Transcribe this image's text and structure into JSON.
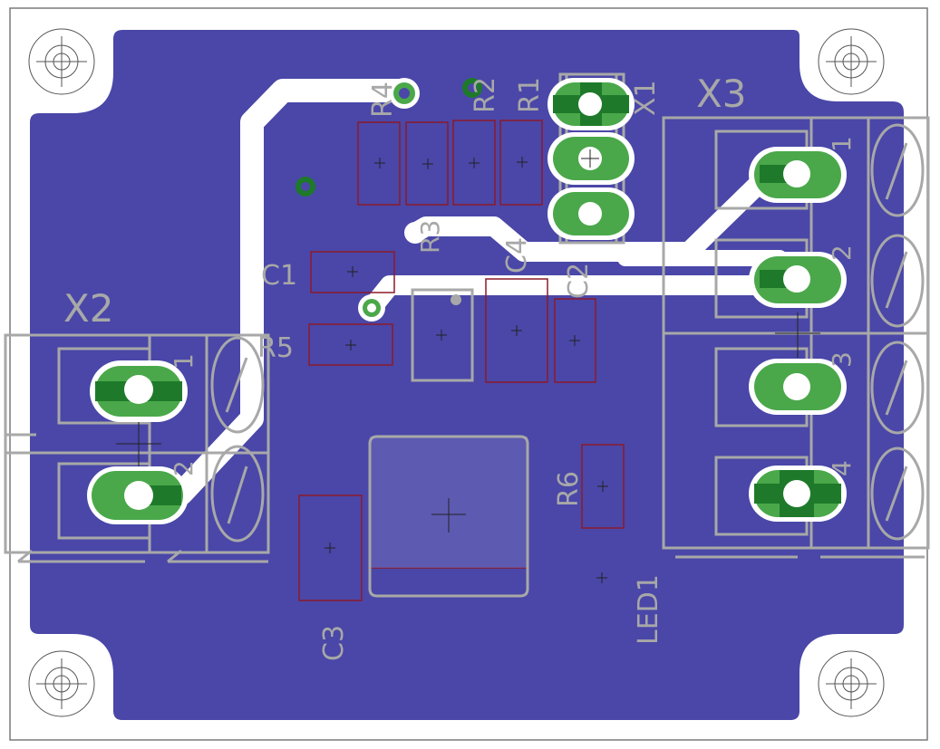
{
  "colors": {
    "copper_pour": "#4a47a8",
    "trace_clear": "#ffffff",
    "pad": "#4aa84a",
    "pad_dark": "#1e7a2a",
    "silkscreen": "#a8a8a8",
    "smd_outline": "#8b1a2a",
    "board_edge": "#7a7a7a"
  },
  "labels": {
    "r4": "R4",
    "r2": "R2",
    "r1": "R1",
    "x1": "X1",
    "x3": "X3",
    "x2": "X2",
    "c1": "C1",
    "r3": "R3",
    "c4": "C4",
    "c2": "C2",
    "r5": "R5",
    "r6": "R6",
    "c3": "C3",
    "led1": "LED1"
  },
  "pins": {
    "x3_1": "1",
    "x3_2": "2",
    "x3_3": "3",
    "x3_4": "4",
    "x2_1": "1",
    "x2_2": "2"
  }
}
